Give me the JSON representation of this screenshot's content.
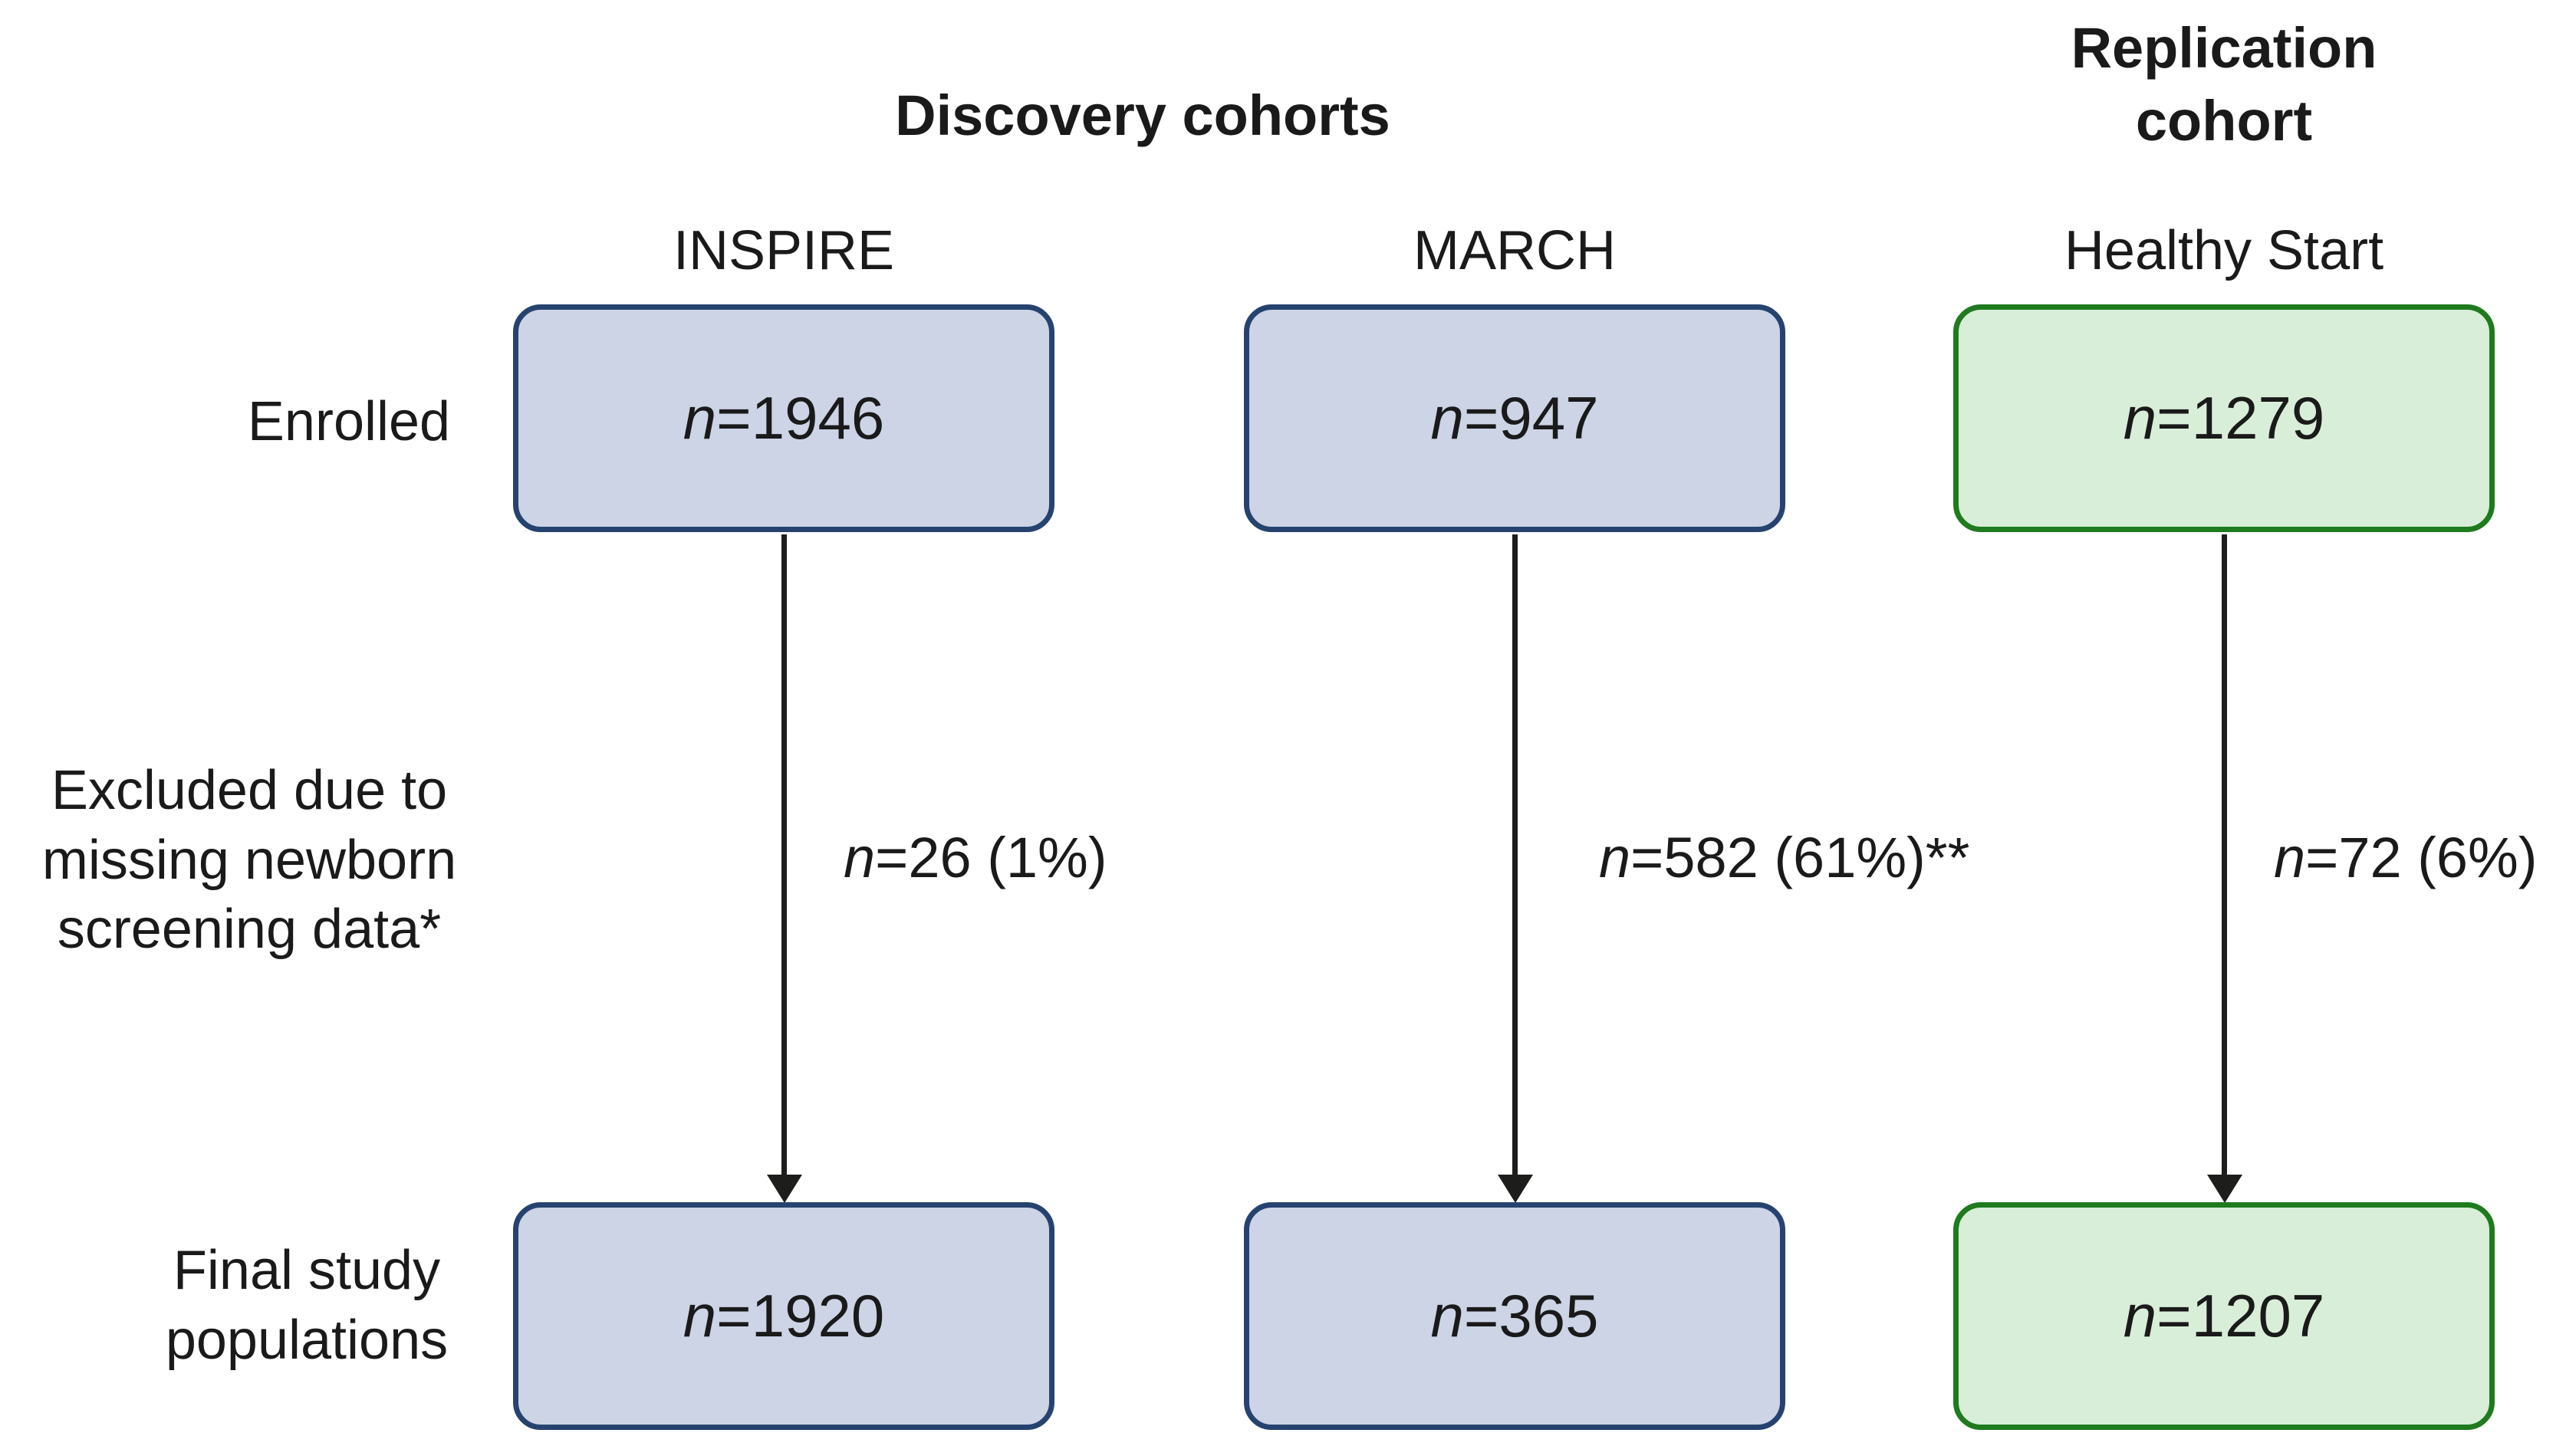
{
  "colors": {
    "discovery_fill": "#ccd4e6",
    "discovery_border": "#26436f",
    "replication_fill": "#d8eed8",
    "replication_border": "#1e7b1e",
    "arrow": "#1d1d1b",
    "text": "#1a1a1a"
  },
  "group_headers": {
    "discovery": "Discovery cohorts",
    "replication": "Replication\ncohort"
  },
  "row_labels": {
    "enrolled": "Enrolled",
    "excluded": "Excluded due to\nmissing newborn\nscreening data*",
    "final": "Final study\npopulations"
  },
  "columns": [
    {
      "name": "INSPIRE",
      "group": "discovery",
      "enrolled": {
        "var": "n",
        "value": "=1946"
      },
      "excluded": {
        "var": "n",
        "value": "=26 (1%)"
      },
      "final": {
        "var": "n",
        "value": "=1920"
      }
    },
    {
      "name": "MARCH",
      "group": "discovery",
      "enrolled": {
        "var": "n",
        "value": "=947"
      },
      "excluded": {
        "var": "n",
        "value": "=582 (61%)**"
      },
      "final": {
        "var": "n",
        "value": "=365"
      }
    },
    {
      "name": "Healthy Start",
      "group": "replication",
      "enrolled": {
        "var": "n",
        "value": "=1279"
      },
      "excluded": {
        "var": "n",
        "value": "=72 (6%)"
      },
      "final": {
        "var": "n",
        "value": "=1207"
      }
    }
  ]
}
